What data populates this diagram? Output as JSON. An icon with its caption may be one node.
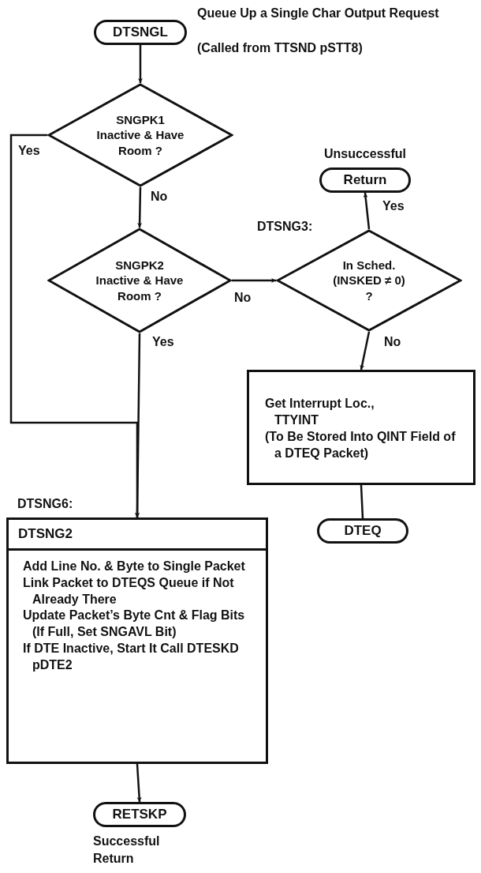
{
  "diagram": {
    "nodes": [
      {
        "text": [
          "DTSNGL"
        ],
        "beside": [
          "Queue Up a Single Char Output Request",
          "(Called from TTSND pSTT8)"
        ]
      },
      {
        "text": [
          "SNGPK1",
          "Inactive & Have Room ?"
        ]
      },
      {
        "text": [
          "SNGPK2",
          "Inactive & Have Room ?"
        ]
      },
      {
        "text": [
          "In Sched.",
          "(INSKED ≠ 0)",
          "?"
        ],
        "beside": [
          "DTSNG3:"
        ]
      },
      {
        "text": [
          "Return"
        ],
        "beside": [
          "Unsuccessful"
        ]
      },
      {
        "text": [
          "Get Interrupt Loc., TTYINT",
          "(To Be Stored Into QINT Field of a DTEQ Packet)"
        ]
      },
      {
        "text": [
          "DTEQ"
        ]
      },
      {
        "text": [
          "DTSNG2",
          "Add Line No. & Byte to Single Packet",
          "Link Packet to DTEQS Queue if Not Already There",
          "Update Packet’s Byte Cnt & Flag Bits (If Full, Set SNGAVL Bit)",
          "If DTE Inactive, Start It Call DTESKD pDTE2"
        ],
        "beside": [
          "DTSNG6:"
        ]
      },
      {
        "text": [
          "RETSKP"
        ],
        "beside": [
          "Successful Return"
        ]
      }
    ],
    "edges": [
      {
        "from": 0,
        "to": 1,
        "arrow": "to"
      },
      {
        "from": 1,
        "to": 7,
        "arrow": "to",
        "label": "Yes"
      },
      {
        "from": 1,
        "to": 2,
        "arrow": "to",
        "label": "No"
      },
      {
        "from": 2,
        "to": 3,
        "arrow": "to",
        "label": "No"
      },
      {
        "from": 2,
        "to": 7,
        "arrow": "to",
        "label": "Yes"
      },
      {
        "from": 3,
        "to": 4,
        "arrow": "to",
        "label": "Yes"
      },
      {
        "from": 3,
        "to": 5,
        "arrow": "to",
        "label": "No"
      },
      {
        "from": 5,
        "to": 6,
        "arrow": "none"
      },
      {
        "from": 7,
        "to": 8,
        "arrow": "to"
      }
    ]
  }
}
